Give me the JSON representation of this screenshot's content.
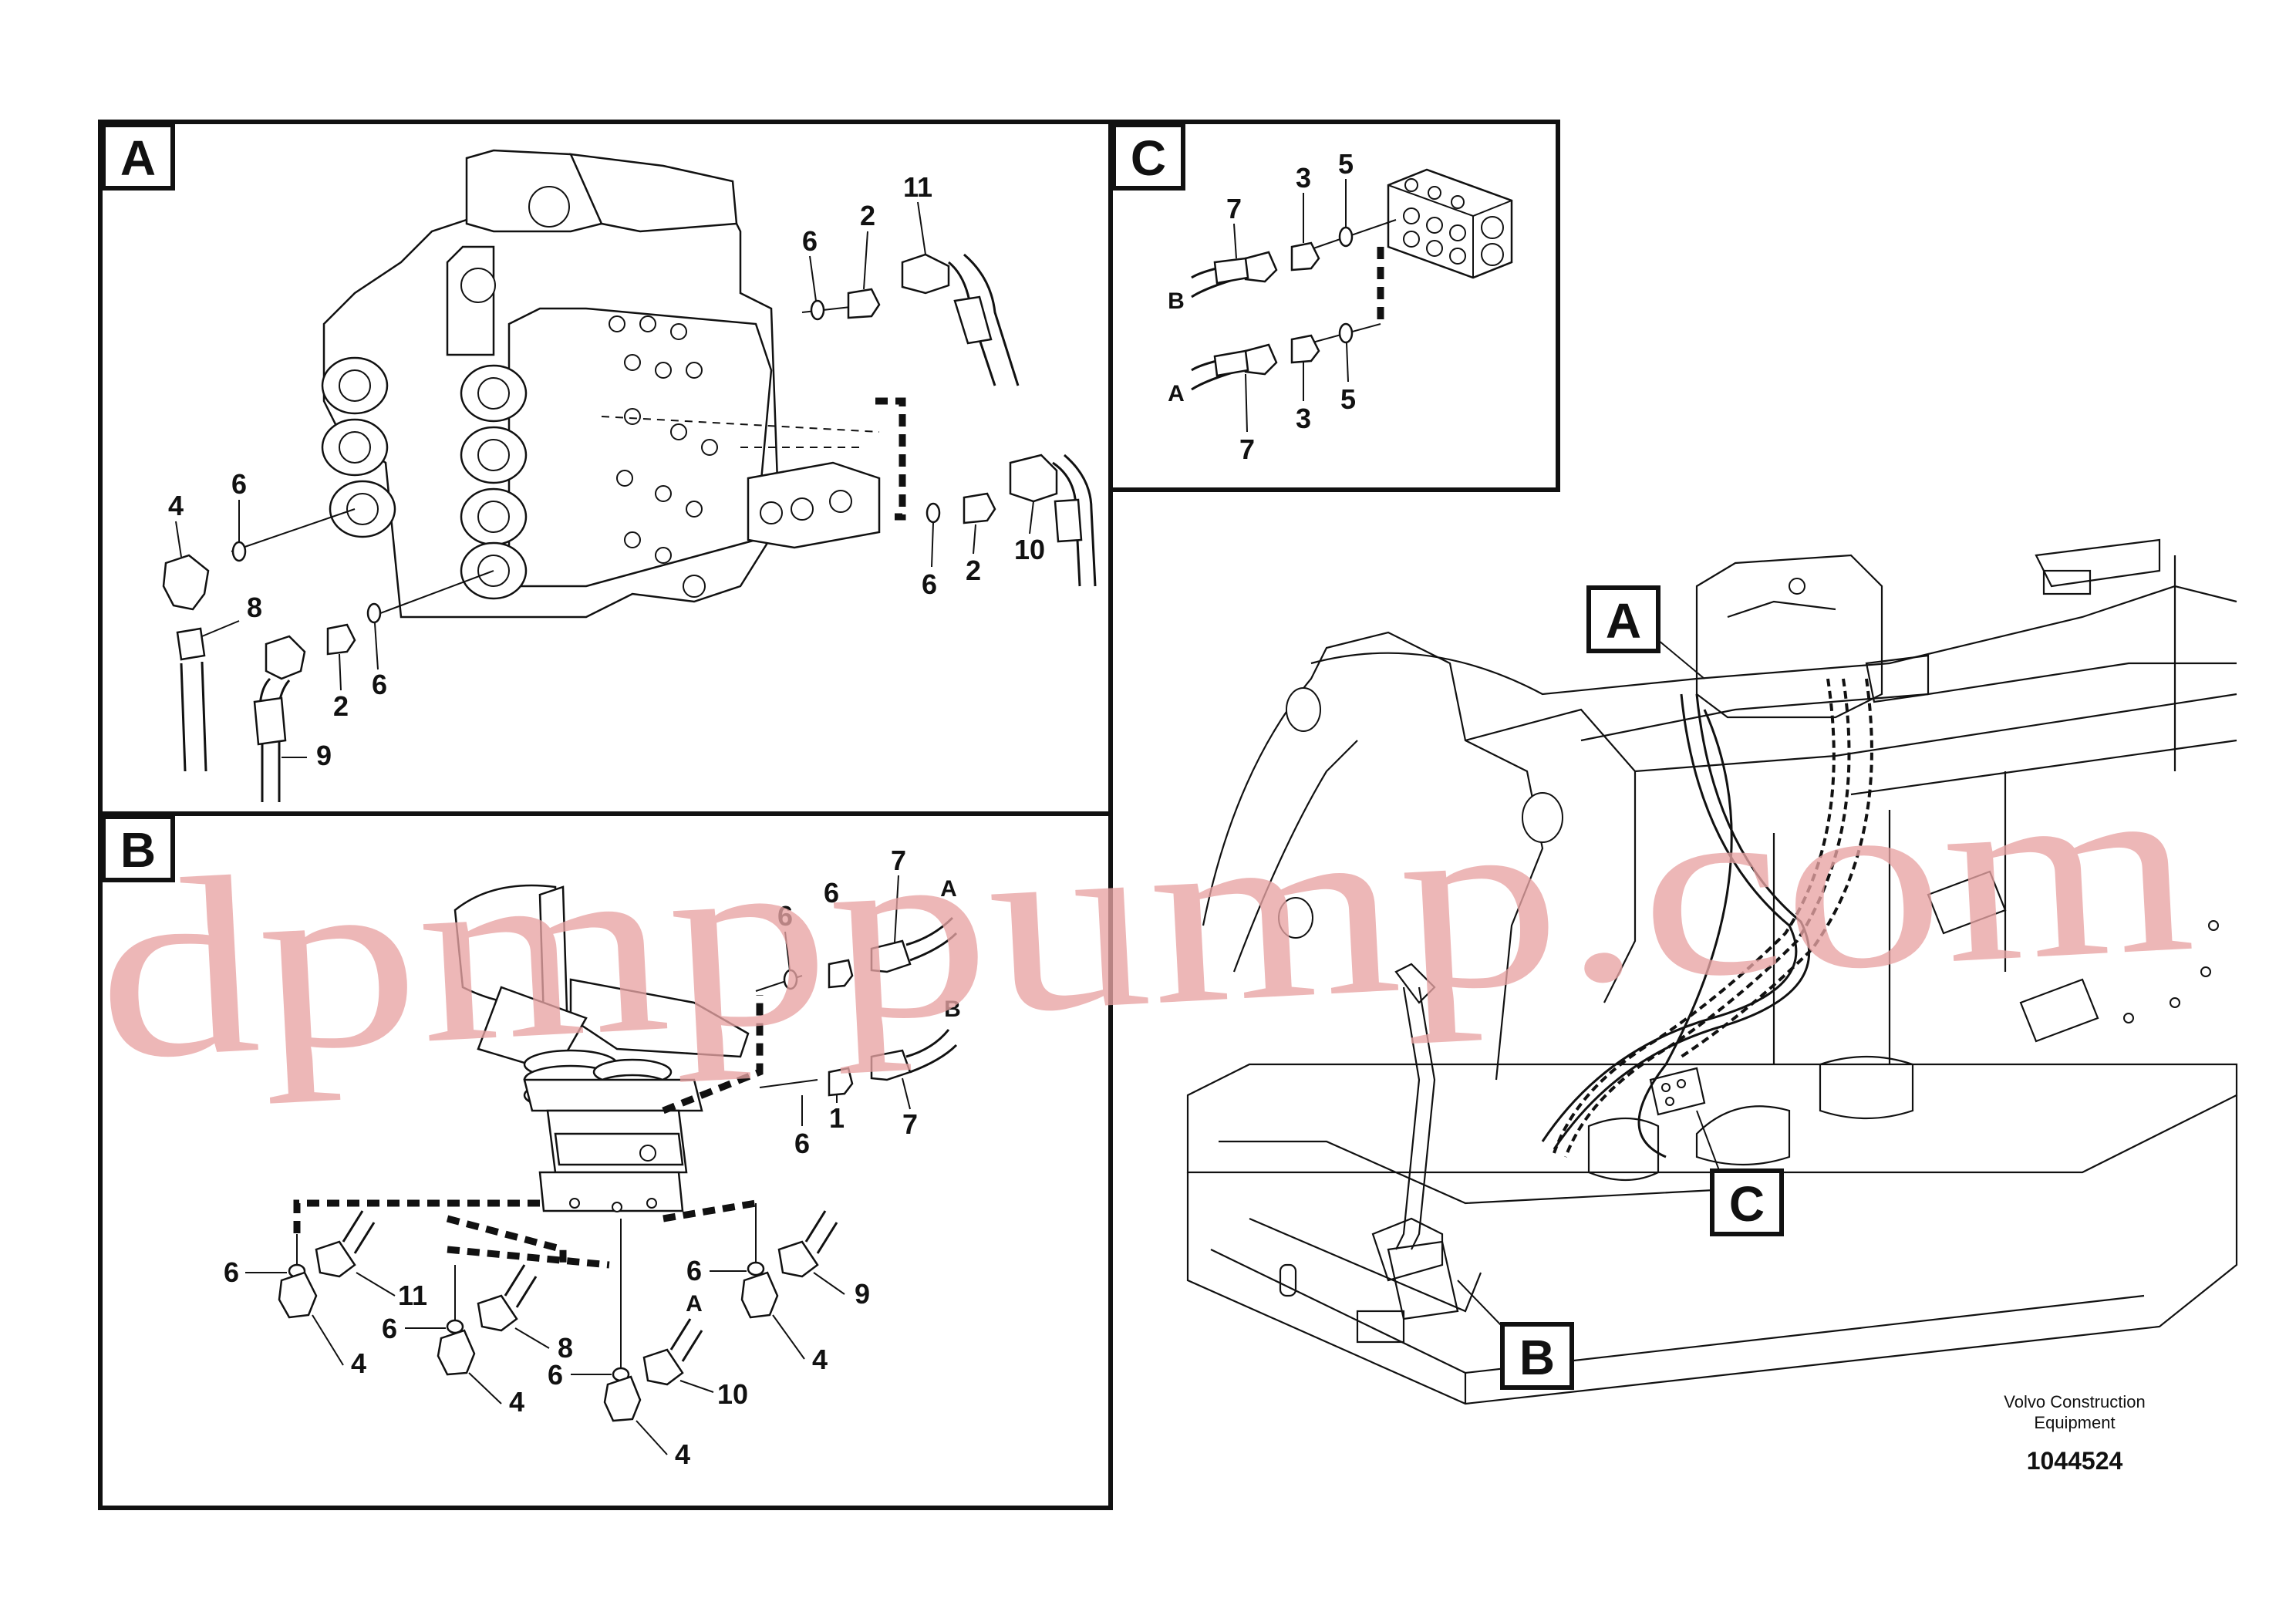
{
  "panels": {
    "a": {
      "letter": "A"
    },
    "b": {
      "letter": "B"
    },
    "c": {
      "letter": "C"
    },
    "overview_a": "A",
    "overview_b": "B",
    "overview_c": "C"
  },
  "callouts": {
    "a": [
      "11",
      "2",
      "6",
      "6",
      "4",
      "8",
      "2",
      "6",
      "9",
      "6",
      "2",
      "10"
    ],
    "b": [
      "7",
      "A",
      "6",
      "6",
      "B",
      "6",
      "1",
      "7",
      "6",
      "11",
      "4",
      "6",
      "8",
      "4",
      "A",
      "6",
      "10",
      "4",
      "6",
      "9",
      "4"
    ],
    "c": [
      "7",
      "3",
      "5",
      "B",
      "A",
      "7",
      "3",
      "5"
    ]
  },
  "footer": {
    "brand_line1": "Volvo Construction",
    "brand_line2": "Equipment",
    "document_number": "1044524"
  },
  "watermark": {
    "text": "dpmppump.com",
    "color": "#e8a4a4"
  }
}
